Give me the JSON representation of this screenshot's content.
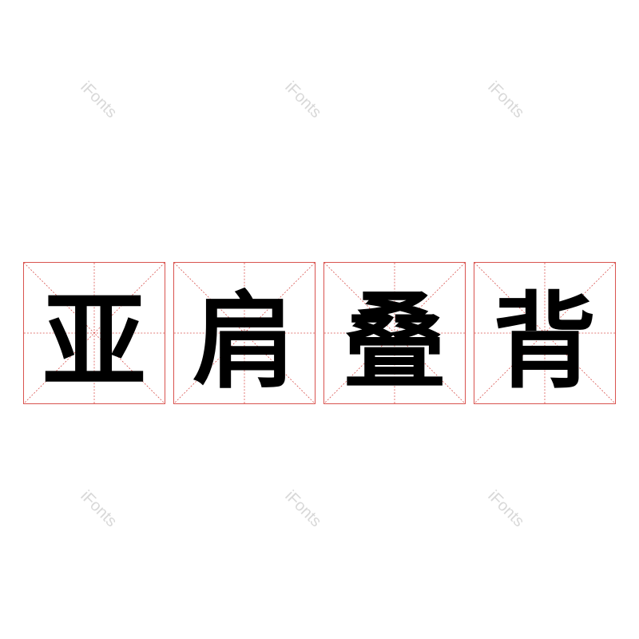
{
  "watermark": "iFonts",
  "characters": [
    "亚",
    "肩",
    "叠",
    "背"
  ],
  "colors": {
    "grid_border": "#d9534f",
    "text": "#000000",
    "watermark": "#d8d8d8"
  }
}
